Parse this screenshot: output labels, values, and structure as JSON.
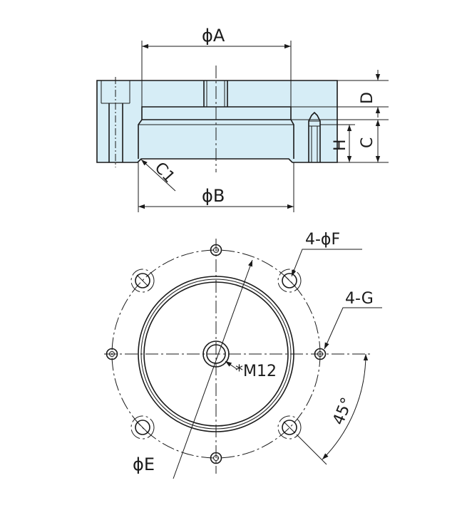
{
  "colors": {
    "section_fill": "#d6edf6",
    "line": "#1a1a1a",
    "background": "#ffffff"
  },
  "labels": {
    "phi_a": "ϕA",
    "phi_b": "ϕB",
    "phi_e": "ϕE",
    "c1": "C1",
    "d": "D",
    "c": "C",
    "h": "H",
    "four_phi_f": "4-ϕF",
    "four_g": "4-G",
    "m12": "*M12",
    "angle_45": "45°"
  }
}
